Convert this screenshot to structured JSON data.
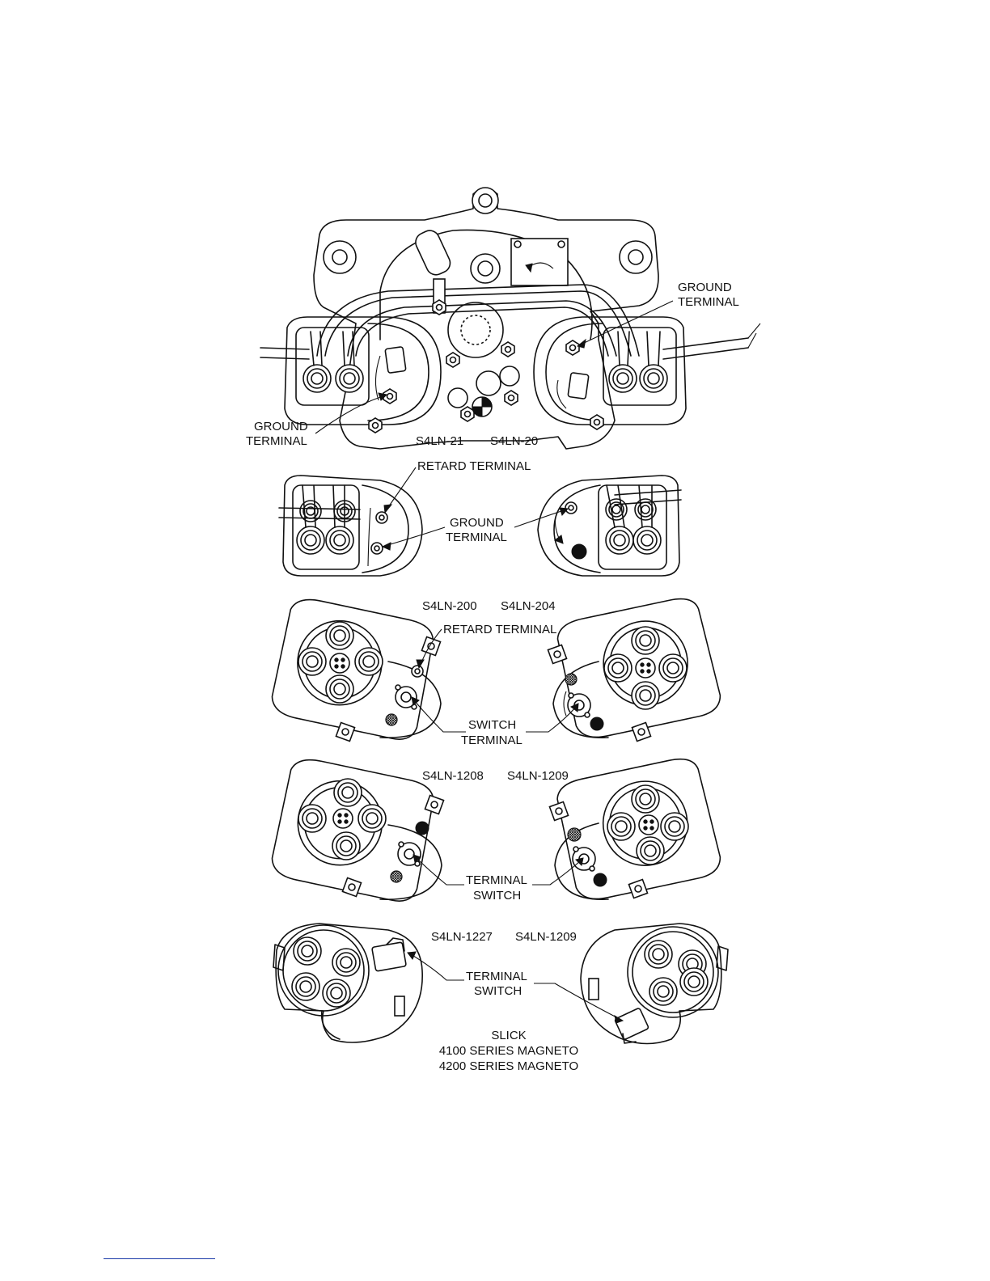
{
  "panel1": {
    "ground_terminal_right": [
      "GROUND",
      "TERMINAL"
    ],
    "ground_terminal_left": [
      "GROUND",
      "TERMINAL"
    ],
    "model_left": "S4LN-21",
    "model_right": "S4LN-20"
  },
  "panel2": {
    "retard_terminal": "RETARD TERMINAL",
    "ground_terminal": [
      "GROUND",
      "TERMINAL"
    ]
  },
  "panel3": {
    "model_left": "S4LN-200",
    "model_right": "S4LN-204",
    "retard_terminal": "RETARD TERMINAL",
    "switch_terminal": [
      "SWITCH",
      "TERMINAL"
    ]
  },
  "panel4": {
    "model_left": "S4LN-1208",
    "model_right": "S4LN-1209",
    "terminal_switch": [
      "TERMINAL",
      "SWITCH"
    ]
  },
  "panel5": {
    "model_left": "S4LN-1227",
    "model_right": "S4LN-1209",
    "terminal_switch": [
      "TERMINAL",
      "SWITCH"
    ]
  },
  "caption": [
    "SLICK",
    "4100 SERIES MAGNETO",
    "4200 SERIES MAGNETO"
  ]
}
